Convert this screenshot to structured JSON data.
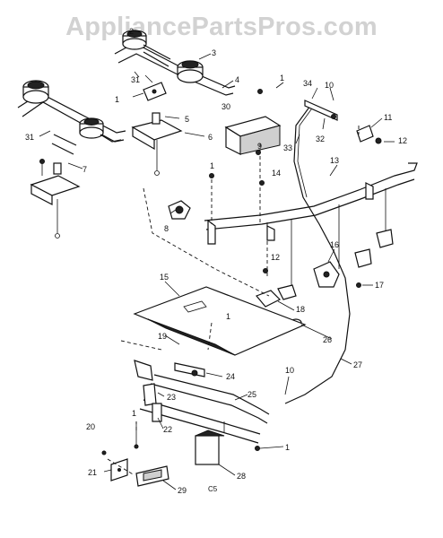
{
  "watermark": "AppliancePartsPros.com",
  "diagram_code": "C5",
  "callouts": {
    "c1a": "1",
    "c1b": "1",
    "c1c": "1",
    "c1d": "1",
    "c1e": "1",
    "c1f": "1",
    "c2": "2",
    "c3": "3",
    "c4": "4",
    "c5": "5",
    "c6": "6",
    "c7": "7",
    "c8": "8",
    "c9": "9",
    "c10a": "10",
    "c10b": "10",
    "c11": "11",
    "c12a": "12",
    "c12b": "12",
    "c13": "13",
    "c14": "14",
    "c15": "15",
    "c16": "16",
    "c17": "17",
    "c18": "18",
    "c19": "19",
    "c20": "20",
    "c21": "21",
    "c22": "22",
    "c23": "23",
    "c24": "24",
    "c25": "25",
    "c26": "26",
    "c27": "27",
    "c28": "28",
    "c29": "29",
    "c30": "30",
    "c31a": "31",
    "c31b": "31",
    "c32": "32",
    "c33": "33",
    "c34": "34"
  }
}
